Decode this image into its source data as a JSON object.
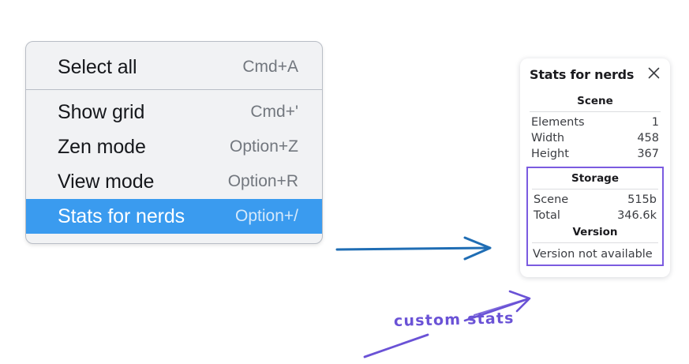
{
  "menu": {
    "groups": [
      {
        "items": [
          {
            "label": "Select all",
            "shortcut": "Cmd+A",
            "selected": false
          }
        ]
      },
      {
        "items": [
          {
            "label": "Show grid",
            "shortcut": "Cmd+'",
            "selected": false
          },
          {
            "label": "Zen mode",
            "shortcut": "Option+Z",
            "selected": false
          },
          {
            "label": "View mode",
            "shortcut": "Option+R",
            "selected": false
          },
          {
            "label": "Stats for nerds",
            "shortcut": "Option+/",
            "selected": true
          }
        ]
      }
    ],
    "highlight_color": "#3a9bef"
  },
  "stats_panel": {
    "title": "Stats for nerds",
    "close_icon": "close-icon",
    "sections": [
      {
        "title": "Scene",
        "rows": [
          {
            "label": "Elements",
            "value": "1"
          },
          {
            "label": "Width",
            "value": "458"
          },
          {
            "label": "Height",
            "value": "367"
          }
        ]
      },
      {
        "title": "Storage",
        "rows": [
          {
            "label": "Scene",
            "value": "515b"
          },
          {
            "label": "Total",
            "value": "346.6k"
          }
        ]
      },
      {
        "title": "Version",
        "note": "Version not available"
      }
    ],
    "custom_outline_color": "#7b5be0"
  },
  "annotations": {
    "blue_arrow_color": "#1f6db4",
    "purple_arrow_color": "#6a52d6",
    "custom_label": "custom stats"
  }
}
